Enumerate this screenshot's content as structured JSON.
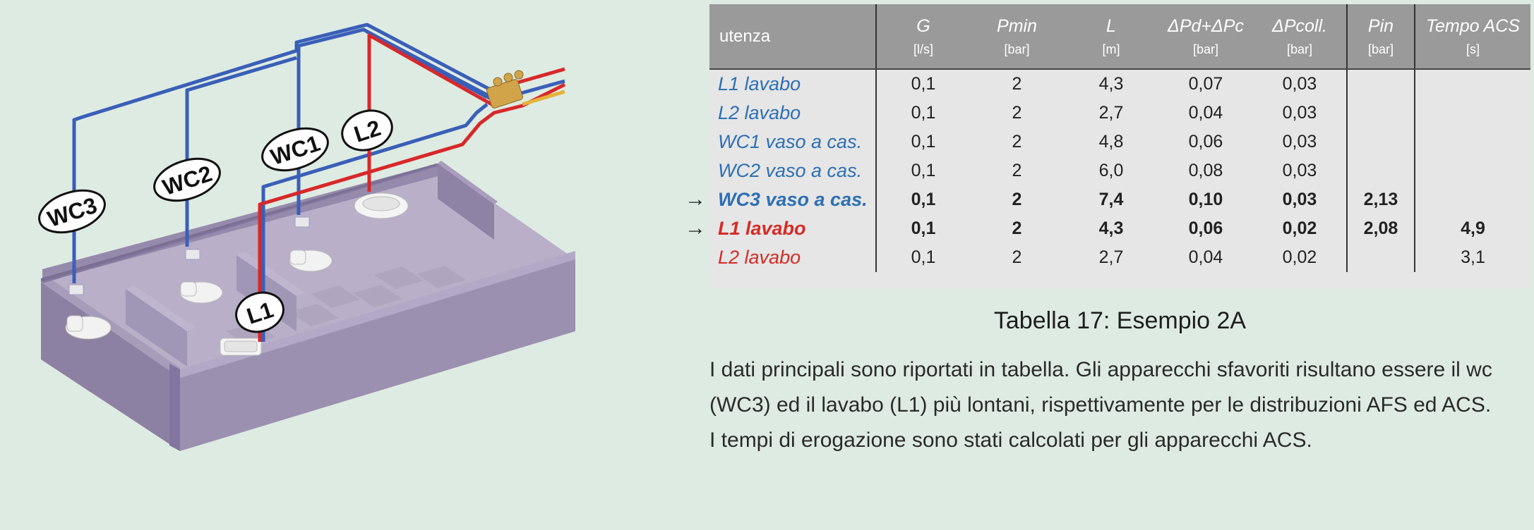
{
  "illustration": {
    "labels": [
      "WC3",
      "WC2",
      "WC1",
      "L2",
      "L1"
    ],
    "pipe_colors": {
      "cold": "#3a5fb8",
      "hot": "#d8282a",
      "gas": "#e4b23a"
    },
    "wall_color": "#9b8fae",
    "floor_color": "#b8aec6"
  },
  "table": {
    "headers": [
      {
        "main": "utenza",
        "unit": ""
      },
      {
        "main": "G",
        "unit": "[l/s]"
      },
      {
        "main": "Pmin",
        "unit": "[bar]"
      },
      {
        "main": "L",
        "unit": "[m]"
      },
      {
        "main": "ΔPd+ΔPc",
        "unit": "[bar]"
      },
      {
        "main": "ΔPcoll.",
        "unit": "[bar]"
      },
      {
        "main": "Pin",
        "unit": "[bar]"
      },
      {
        "main": "Tempo ACS",
        "unit": "[s]"
      }
    ],
    "rows": [
      {
        "name": "L1 lavabo",
        "color": "blue",
        "bold": false,
        "marker": "",
        "G": "0,1",
        "Pmin": "2",
        "L": "4,3",
        "dP": "0,07",
        "dPcoll": "0,03",
        "Pin": "",
        "tempo": ""
      },
      {
        "name": "L2 lavabo",
        "color": "blue",
        "bold": false,
        "marker": "",
        "G": "0,1",
        "Pmin": "2",
        "L": "2,7",
        "dP": "0,04",
        "dPcoll": "0,03",
        "Pin": "",
        "tempo": ""
      },
      {
        "name": "WC1 vaso a cas.",
        "color": "blue",
        "bold": false,
        "marker": "",
        "G": "0,1",
        "Pmin": "2",
        "L": "4,8",
        "dP": "0,06",
        "dPcoll": "0,03",
        "Pin": "",
        "tempo": ""
      },
      {
        "name": "WC2 vaso a cas.",
        "color": "blue",
        "bold": false,
        "marker": "",
        "G": "0,1",
        "Pmin": "2",
        "L": "6,0",
        "dP": "0,08",
        "dPcoll": "0,03",
        "Pin": "",
        "tempo": ""
      },
      {
        "name": "WC3 vaso a cas.",
        "color": "blue",
        "bold": true,
        "marker": "→",
        "G": "0,1",
        "Pmin": "2",
        "L": "7,4",
        "dP": "0,10",
        "dPcoll": "0,03",
        "Pin": "2,13",
        "tempo": ""
      },
      {
        "name": "L1 lavabo",
        "color": "red",
        "bold": true,
        "marker": "→",
        "G": "0,1",
        "Pmin": "2",
        "L": "4,3",
        "dP": "0,06",
        "dPcoll": "0,02",
        "Pin": "2,08",
        "tempo": "4,9"
      },
      {
        "name": "L2 lavabo",
        "color": "red",
        "bold": false,
        "marker": "",
        "G": "0,1",
        "Pmin": "2",
        "L": "2,7",
        "dP": "0,04",
        "dPcoll": "0,02",
        "Pin": "",
        "tempo": "3,1"
      }
    ]
  },
  "caption": "Tabella 17: Esempio 2A",
  "paragraph": [
    "I dati principali sono riportati in tabella. Gli apparecchi sfavoriti risultano essere il wc",
    "(WC3) ed il lavabo (L1) più lontani, rispettivamente per le distribuzioni AFS ed ACS.",
    "I tempi di erogazione sono stati calcolati per gli apparecchi ACS."
  ]
}
